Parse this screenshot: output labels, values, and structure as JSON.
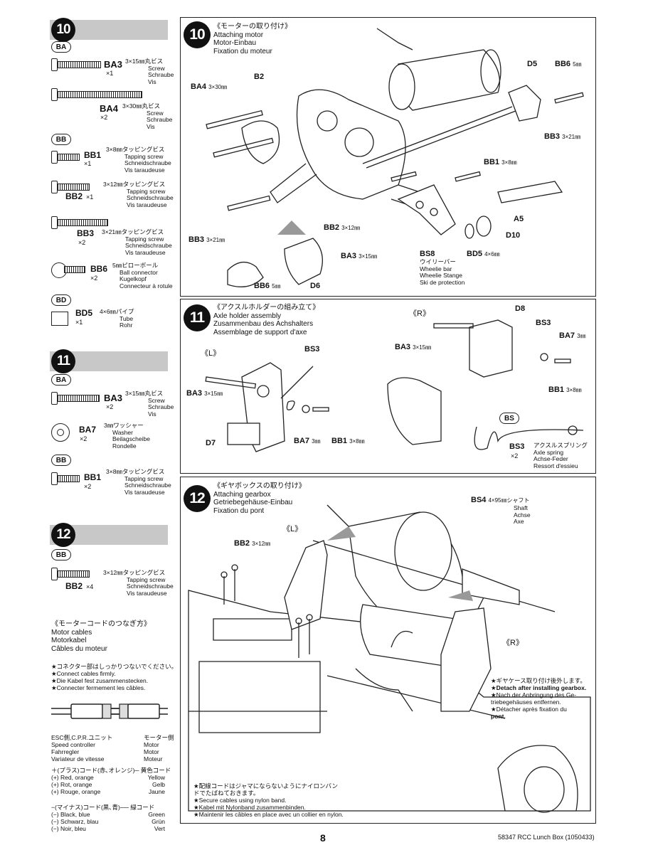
{
  "page_number": "8",
  "footer": "58347 RCC Lunch Box (1050433)",
  "steps": {
    "s10": {
      "num": "10",
      "jp": "《モーターの取り付け》",
      "en": "Attaching motor",
      "de": "Motor-Einbau",
      "fr": "Fixation du moteur"
    },
    "s11": {
      "num": "11",
      "jp": "《アクスルホルダーの組み立て》",
      "en": "Axle holder assembly",
      "de": "Zusammenbau des Achshalters",
      "fr": "Assemblage de support d'axe"
    },
    "s12": {
      "num": "12",
      "jp": "《ギヤボックスの取り付け》",
      "en": "Attaching gearbox",
      "de": "Getriebegehäuse-Einbau",
      "fr": "Fixation du pont"
    }
  },
  "bags": {
    "ba": "BA",
    "bb": "BB",
    "bd": "BD",
    "bs": "BS"
  },
  "parts10": [
    {
      "code": "BA3",
      "qty": "×1",
      "size": "3×15㎜丸ビス",
      "d1": "Screw",
      "d2": "Schraube",
      "d3": "Vis"
    },
    {
      "code": "BA4",
      "qty": "×2",
      "size": "3×30㎜丸ビス",
      "d1": "Screw",
      "d2": "Schraube",
      "d3": "Vis"
    },
    {
      "code": "BB1",
      "qty": "×1",
      "size": "3×8㎜タッピングビス",
      "d1": "Tapping screw",
      "d2": "Schneidschraube",
      "d3": "Vis taraudeuse"
    },
    {
      "code": "BB2",
      "qty": "×1",
      "size": "3×12㎜タッピングビス",
      "d1": "Tapping screw",
      "d2": "Schneidschraube",
      "d3": "Vis taraudeuse"
    },
    {
      "code": "BB3",
      "qty": "×2",
      "size": "3×21㎜タッピングビス",
      "d1": "Tapping screw",
      "d2": "Schneidschraube",
      "d3": "Vis taraudeuse"
    },
    {
      "code": "BB6",
      "qty": "×2",
      "size": "5㎜ピローボール",
      "d1": "Ball connector",
      "d2": "Kugelkopf",
      "d3": "Connecteur à rotule"
    },
    {
      "code": "BD5",
      "qty": "×1",
      "size": "4×6㎜パイプ",
      "d1": "Tube",
      "d2": "Rohr",
      "d3": ""
    }
  ],
  "parts11": [
    {
      "code": "BA3",
      "qty": "×2",
      "size": "3×15㎜丸ビス",
      "d1": "Screw",
      "d2": "Schraube",
      "d3": "Vis"
    },
    {
      "code": "BA7",
      "qty": "×2",
      "size": "3㎜ワッシャー",
      "d1": "Washer",
      "d2": "Beilagscheibe",
      "d3": "Rondelle"
    },
    {
      "code": "BB1",
      "qty": "×2",
      "size": "3×8㎜タッピングビス",
      "d1": "Tapping screw",
      "d2": "Schneidschraube",
      "d3": "Vis taraudeuse"
    }
  ],
  "parts12": [
    {
      "code": "BB2",
      "qty": "×4",
      "size": "3×12㎜タッピングビス",
      "d1": "Tapping screw",
      "d2": "Schneidschraube",
      "d3": "Vis taraudeuse"
    }
  ],
  "motor_cables": {
    "jp": "《モーターコードのつなぎ方》",
    "en": "Motor cables",
    "de": "Motorkabel",
    "fr": "Câbles du moteur",
    "n_jp": "★コネクター部はしっかりつないでください。",
    "n_en": "★Connect cables firmly.",
    "n_de": "★Die Kabel fest zusammenstecken.",
    "n_fr": "★Connecter fermement les câbles.",
    "esc_jp": "ESC側,C.P.R.ユニット",
    "esc_en": "Speed controller",
    "esc_de": "Fahrregler",
    "esc_fr": "Variateur de vitesse",
    "mot_jp": "モーター側",
    "mot_en": "Motor",
    "mot_de": "Motor",
    "mot_fr": "Moteur",
    "plus_jp": "＋(プラス)コード(赤､オレンジ)─ 黄色コード",
    "plus1": "(+) Red, orange",
    "plus2": "(+) Rot, orange",
    "plus3": "(+) Rouge, orange",
    "y1": "Yellow",
    "y2": "Gelb",
    "y3": "Jaune",
    "minus_jp": "−(マイナス)コード(黒､青)── 緑コード",
    "minus1": "(−) Black, blue",
    "minus2": "(−) Schwarz, blau",
    "minus3": "(−) Noir, bleu",
    "g1": "Green",
    "g2": "Grün",
    "g3": "Vert"
  },
  "callouts10": {
    "b2": "B2",
    "ba4": "BA4",
    "ba4s": "3×30㎜",
    "d5": "D5",
    "bb6": "BB6",
    "bb6s": "5㎜",
    "bb3a": "BB3",
    "bb3as": "3×21㎜",
    "bb1": "BB1",
    "bb1s": "3×8㎜",
    "a5": "A5",
    "bb2": "BB2",
    "bb2s": "3×12㎜",
    "d10": "D10",
    "bb3b": "BB3",
    "bb3bs": "3×21㎜",
    "bs8": "BS8",
    "bs8jp": "ウイリーバー",
    "bs8en": "Wheelie bar",
    "bs8de": "Wheelie Stange",
    "bs8fr": "Ski de protection",
    "bd5": "BD5",
    "bd5s": "4×6㎜",
    "ba3": "BA3",
    "ba3s": "3×15㎜",
    "bb6b": "BB6",
    "bb6bs": "5㎜",
    "d6": "D6"
  },
  "callouts11": {
    "l": "《L》",
    "r": "《R》",
    "bs3": "BS3",
    "ba3": "BA3",
    "ba3s": "3×15㎜",
    "d7": "D7",
    "ba7": "BA7",
    "ba7s": "3㎜",
    "bb1": "BB1",
    "bb1s": "3×8㎜",
    "d8": "D8",
    "bs3r": "BS3",
    "ba3r": "BA3",
    "ba3rs": "3×15㎜",
    "ba7r": "BA7",
    "ba7rs": "3㎜",
    "bb1r": "BB1",
    "bb1rs": "3×8㎜",
    "bsc": "BS3",
    "bscs": "×2",
    "bsjp": "アクスルスプリング",
    "bsen": "Axle spring",
    "bsde": "Achse-Feder",
    "bsfr": "Ressort d'essieu"
  },
  "callouts12": {
    "bs4": "BS4",
    "bs4s": "4×95㎜シャフト",
    "bs4en": "Shaft",
    "bs4de": "Achse",
    "bs4fr": "Axe",
    "l": "《L》",
    "r": "《R》",
    "bb2": "BB2",
    "bb2s": "3×12㎜",
    "d_jp": "★ギヤケース取り付け後外します。",
    "d_en": "★Detach after installing gearbox.",
    "d_de1": "★Nach der Anbringung des Ge-",
    "d_de2": "triebegehäuses entfernen.",
    "d_fr1": "★Détacher après fixation du",
    "d_fr2": "pont.",
    "s_jp1": "★配線コードはジャマにならないようにナイロンバン",
    "s_jp2": "ドでたばねておきます。",
    "s_en": "★Secure cables using nylon band.",
    "s_de": "★Kabel mit Nylonband zusammenbinden.",
    "s_fr": "★Maintenir les câbles en place avec un collier en nylon."
  }
}
